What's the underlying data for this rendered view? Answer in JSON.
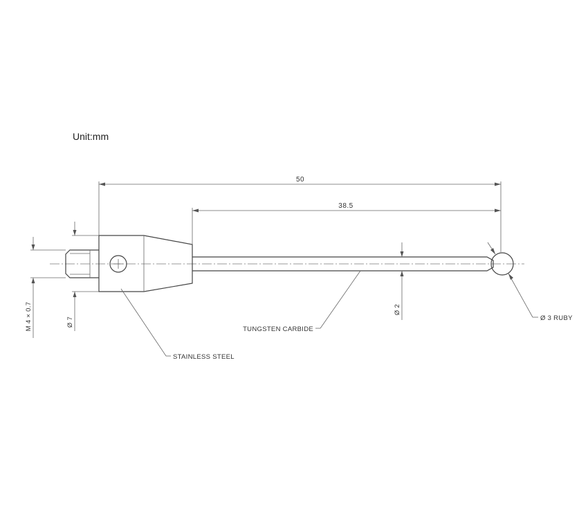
{
  "unit_label": "Unit:mm",
  "dimensions": {
    "overall_length": "50",
    "stem_length": "38.5",
    "thread": "M 4 × 0.7",
    "body_diameter": "Ø 7",
    "stem_diameter": "Ø 2",
    "ball": "Ø 3 RUBY"
  },
  "callouts": {
    "stem_material": "TUNGSTEN CARBIDE",
    "body_material": "STAINLESS STEEL"
  }
}
